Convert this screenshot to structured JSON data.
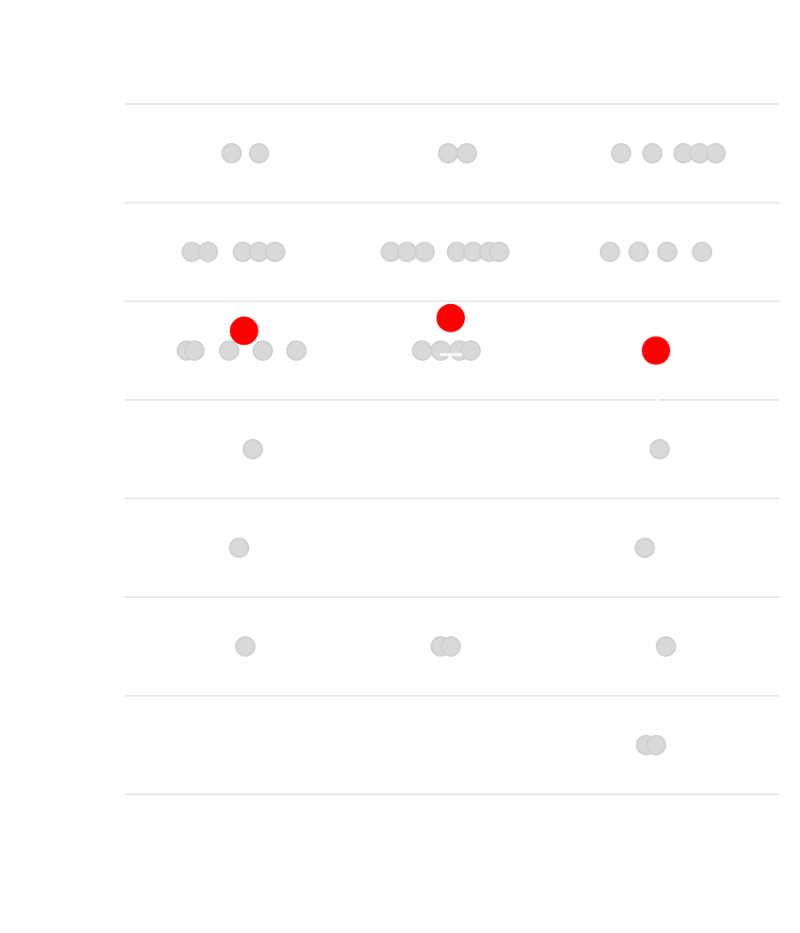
{
  "chart_data": {
    "type": "scatter",
    "title": "",
    "xlabel": "",
    "ylabel": "",
    "categories": [
      "",
      "",
      ""
    ],
    "row_count": 7,
    "grid": true,
    "colors": {
      "grid": "#e6e6e6",
      "dot": "#d9d9d9",
      "dot_stroke": "#cfcfcf",
      "highlight": "#ff0000",
      "background": "#ffffff"
    },
    "points": [
      {
        "column": 0,
        "row": 0,
        "offset": -0.11
      },
      {
        "column": 0,
        "row": 0,
        "offset": 0.11
      },
      {
        "column": 1,
        "row": 0,
        "offset": -0.02
      },
      {
        "column": 1,
        "row": 0,
        "offset": 0.13
      },
      {
        "column": 2,
        "row": 0,
        "offset": -0.28
      },
      {
        "column": 2,
        "row": 0,
        "offset": -0.03
      },
      {
        "column": 2,
        "row": 0,
        "offset": 0.22
      },
      {
        "column": 2,
        "row": 0,
        "offset": 0.35
      },
      {
        "column": 2,
        "row": 0,
        "offset": 0.48
      },
      {
        "column": 0,
        "row": 1,
        "offset": -0.43
      },
      {
        "column": 0,
        "row": 1,
        "offset": -0.3
      },
      {
        "column": 0,
        "row": 1,
        "offset": -0.02
      },
      {
        "column": 0,
        "row": 1,
        "offset": 0.11
      },
      {
        "column": 0,
        "row": 1,
        "offset": 0.24
      },
      {
        "column": 1,
        "row": 1,
        "offset": -0.48
      },
      {
        "column": 1,
        "row": 1,
        "offset": -0.35
      },
      {
        "column": 1,
        "row": 1,
        "offset": -0.21
      },
      {
        "column": 1,
        "row": 1,
        "offset": 0.05
      },
      {
        "column": 1,
        "row": 1,
        "offset": 0.18
      },
      {
        "column": 1,
        "row": 1,
        "offset": 0.31
      },
      {
        "column": 1,
        "row": 1,
        "offset": 0.39
      },
      {
        "column": 2,
        "row": 1,
        "offset": -0.37
      },
      {
        "column": 2,
        "row": 1,
        "offset": -0.14
      },
      {
        "column": 2,
        "row": 1,
        "offset": 0.09
      },
      {
        "column": 2,
        "row": 1,
        "offset": 0.37
      },
      {
        "column": 0,
        "row": 2,
        "offset": -0.47
      },
      {
        "column": 0,
        "row": 2,
        "offset": -0.41
      },
      {
        "column": 0,
        "row": 2,
        "offset": -0.13
      },
      {
        "column": 0,
        "row": 2,
        "offset": 0.14
      },
      {
        "column": 0,
        "row": 2,
        "offset": 0.41
      },
      {
        "column": 1,
        "row": 2,
        "offset": -0.23
      },
      {
        "column": 1,
        "row": 2,
        "offset": -0.08
      },
      {
        "column": 1,
        "row": 2,
        "offset": 0.07
      },
      {
        "column": 1,
        "row": 2,
        "offset": 0.16
      },
      {
        "column": 0,
        "row": 3,
        "offset": 0.06
      },
      {
        "column": 2,
        "row": 3,
        "offset": 0.03
      },
      {
        "column": 0,
        "row": 4,
        "offset": -0.05
      },
      {
        "column": 2,
        "row": 4,
        "offset": -0.09
      },
      {
        "column": 0,
        "row": 5,
        "offset": 0.0
      },
      {
        "column": 1,
        "row": 5,
        "offset": -0.08
      },
      {
        "column": 1,
        "row": 5,
        "offset": 0.0
      },
      {
        "column": 2,
        "row": 5,
        "offset": 0.08
      },
      {
        "column": 2,
        "row": 6,
        "offset": -0.08
      },
      {
        "column": 2,
        "row": 6,
        "offset": 0.0
      }
    ],
    "highlights": [
      {
        "column": 0,
        "row": 2,
        "row_offset": -0.2,
        "offset": -0.01
      },
      {
        "column": 1,
        "row": 2,
        "row_offset": -0.33,
        "offset": 0.0
      },
      {
        "column": 2,
        "row": 2,
        "row_offset": 0.0,
        "offset": 0.0
      }
    ]
  }
}
